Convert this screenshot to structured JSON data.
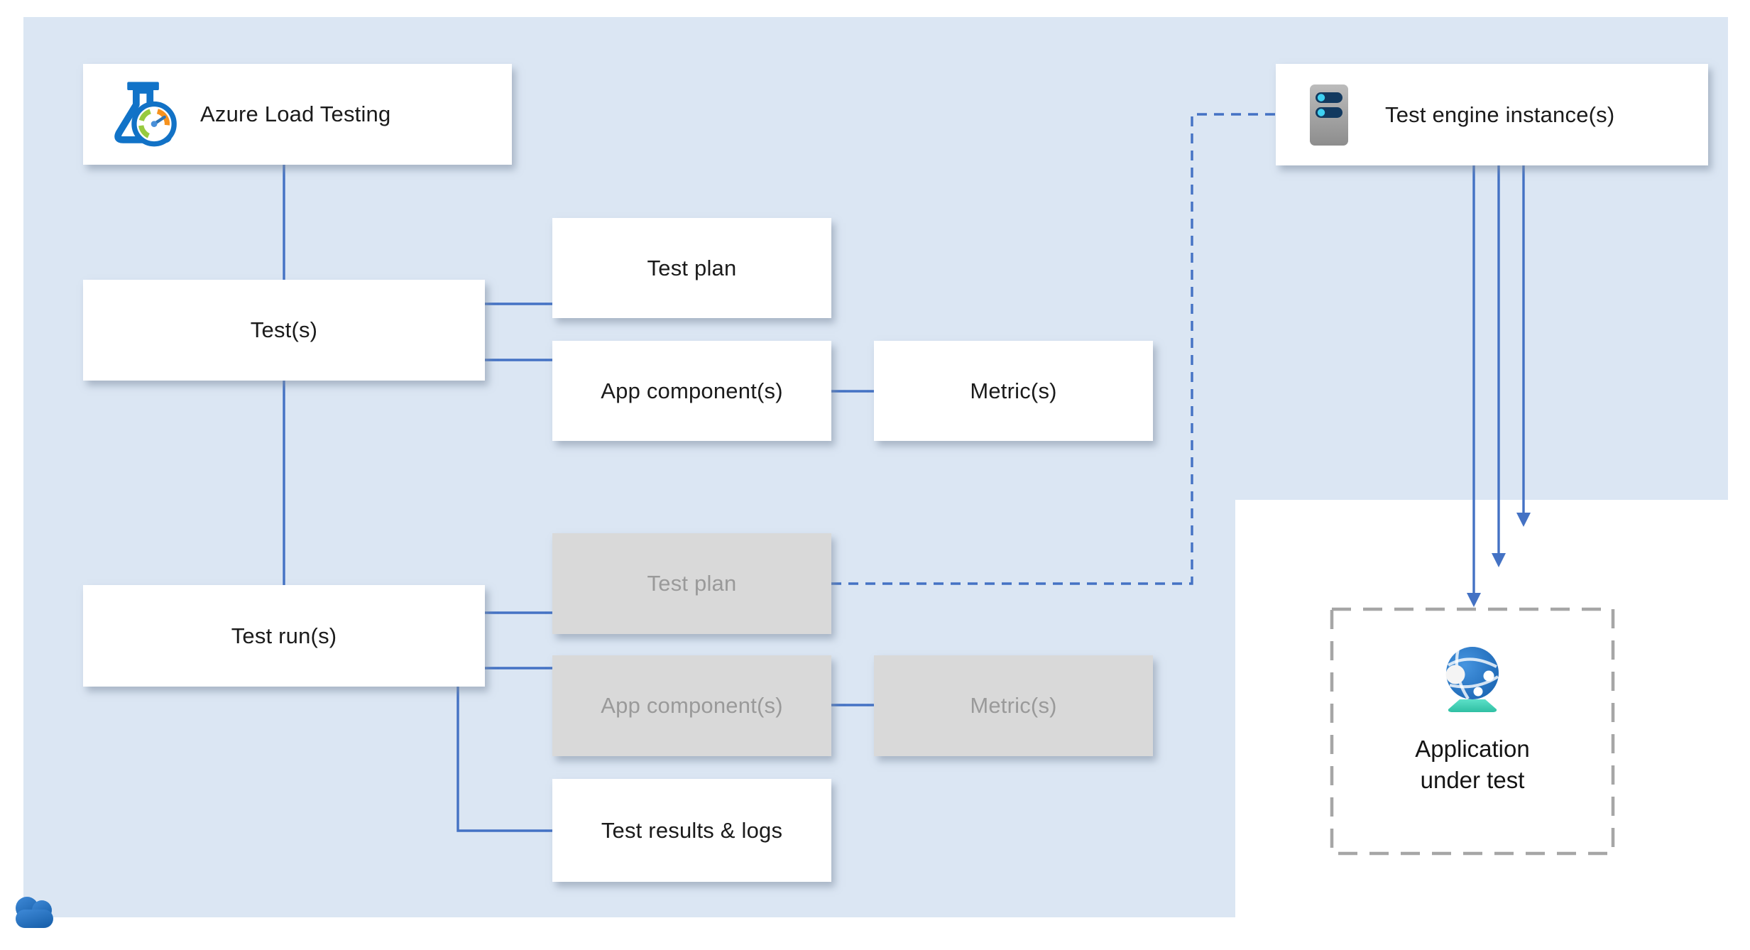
{
  "colors": {
    "canvas_blue": "#dbe6f3",
    "connector_blue": "#4472c4",
    "node_white": "#ffffff",
    "muted_gray_fill": "#d9d9d9",
    "muted_gray_text": "#9a9a9a",
    "dashed_border_gray": "#a6a6a6",
    "label_black": "#1b1b1b"
  },
  "nodes": {
    "azure_load_testing": {
      "label": "Azure Load Testing",
      "icon": "load-testing-flask-gauge-icon"
    },
    "test_engine": {
      "label": "Test engine instance(s)",
      "icon": "server-icon"
    },
    "tests": {
      "label": "Test(s)"
    },
    "test_runs": {
      "label": "Test run(s)"
    },
    "test_plan": {
      "label": "Test plan"
    },
    "app_components": {
      "label": "App component(s)"
    },
    "metrics": {
      "label": "Metric(s)"
    },
    "run_test_plan": {
      "label": "Test plan"
    },
    "run_app_components": {
      "label": "App component(s)"
    },
    "run_metrics": {
      "label": "Metric(s)"
    },
    "test_results": {
      "label": "Test results & logs"
    },
    "application_under_test": {
      "label_line1": "Application",
      "label_line2": "under test",
      "icon": "web-app-globe-icon"
    }
  },
  "decorations": {
    "cloud_icon": "azure-cloud-icon"
  }
}
